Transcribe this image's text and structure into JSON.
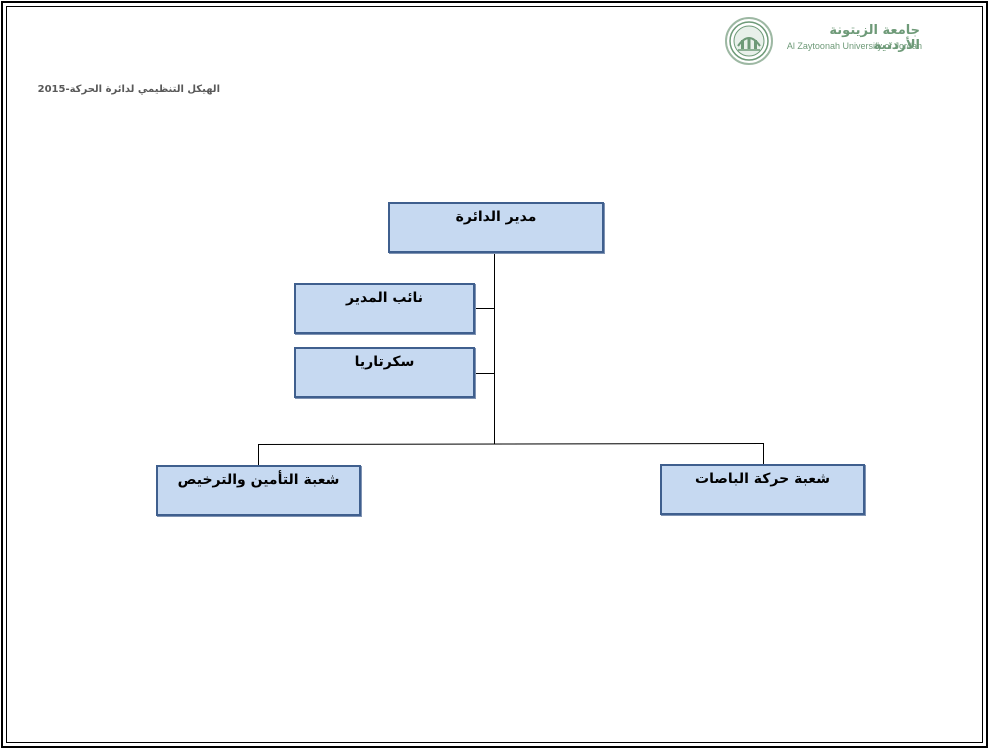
{
  "header": {
    "university_name_ar": "جامعة الزيتونة الأردنية",
    "university_name_en": "Al Zaytoonah University of Jordan",
    "page_title": "الهيكل التنظيمي لدائرة الحركة-2015"
  },
  "org_chart": {
    "head": "مدير الدائرة",
    "staff": [
      "نائب المدير",
      "سكرتاريا"
    ],
    "sections": [
      "شعبة حركة الباصات",
      "شعبة التأمين والترخيص"
    ]
  },
  "colors": {
    "box_fill": "#c6d9f1",
    "box_border": "#3f5f8e",
    "logo_green": "#6e9a78"
  },
  "icons": {
    "logo": "university-seal-icon"
  }
}
